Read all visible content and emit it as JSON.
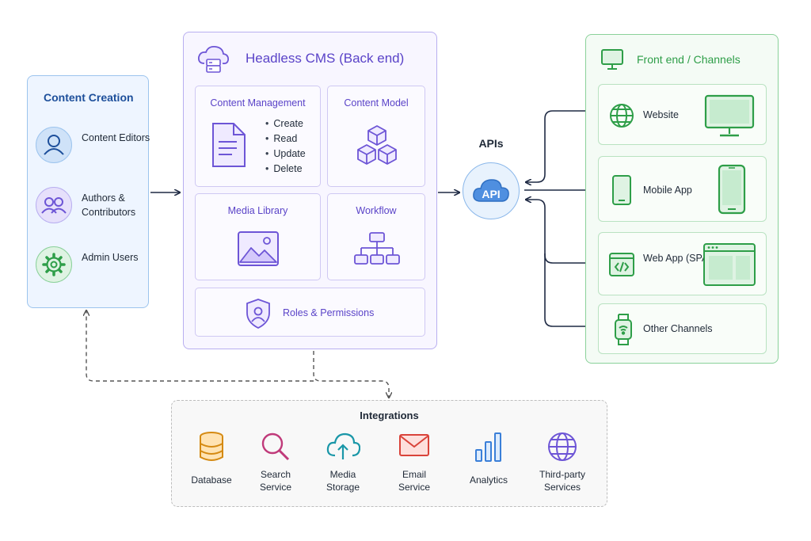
{
  "creation": {
    "title": "Content Creation",
    "roles": [
      {
        "label": "Content Editors",
        "icon": "user-icon"
      },
      {
        "label": "Authors & Contributors",
        "icon": "users-icon"
      },
      {
        "label": "Admin Users",
        "icon": "gear-icon"
      }
    ]
  },
  "cms": {
    "title": "Headless CMS (Back end)",
    "content_management": {
      "title": "Content Management",
      "ops": [
        "Create",
        "Read",
        "Update",
        "Delete"
      ]
    },
    "content_model": {
      "title": "Content Model"
    },
    "media_library": {
      "title": "Media Library"
    },
    "workflow": {
      "title": "Workflow"
    },
    "roles_permissions": {
      "title": "Roles & Permissions"
    }
  },
  "api": {
    "heading": "APIs",
    "badge": "API"
  },
  "front": {
    "title": "Front end / Channels",
    "channels": [
      {
        "label": "Website",
        "icon": "globe-icon"
      },
      {
        "label": "Mobile App",
        "icon": "phone-icon"
      },
      {
        "label": "Web App (SPA)",
        "icon": "code-icon"
      },
      {
        "label": "Other Channels",
        "icon": "smartwatch-icon"
      }
    ]
  },
  "integrations": {
    "title": "Integrations",
    "items": [
      {
        "label": "Database",
        "icon": "database-icon"
      },
      {
        "label": "Search Service",
        "icon": "search-icon"
      },
      {
        "label": "Media Storage",
        "icon": "cloud-upload-icon"
      },
      {
        "label": "Email Service",
        "icon": "mail-icon"
      },
      {
        "label": "Analytics",
        "icon": "bar-chart-icon"
      },
      {
        "label": "Third-party Services",
        "icon": "globe-icon"
      }
    ]
  },
  "colors": {
    "creation_accent": "#1d4f9b",
    "cms_accent": "#5a43c8",
    "front_accent": "#2e9e48",
    "arrow": "#1f2a44"
  }
}
